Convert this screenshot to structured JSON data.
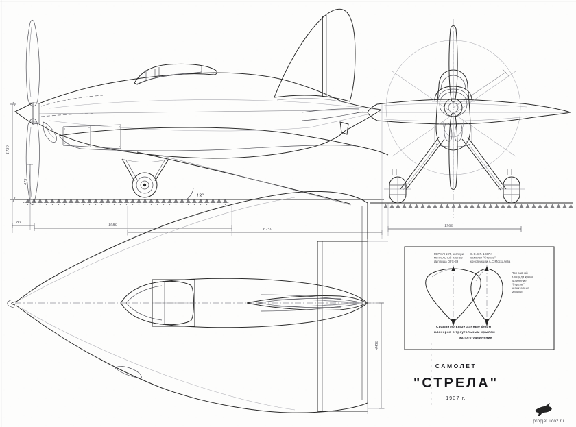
{
  "document": {
    "kind": "scanned-blueprint",
    "subject": "Samolyot Strela",
    "background_color": "#fdfdfc",
    "ink_color": "#2b2b2b"
  },
  "title_block": {
    "line1": "САМОЛЕТ",
    "line2": "\"СТРЕЛА\"",
    "line3": "1937 г."
  },
  "views": [
    {
      "id": "side-view",
      "name": "side elevation (left profile)"
    },
    {
      "id": "front-view",
      "name": "front elevation"
    },
    {
      "id": "plan-view",
      "name": "plan / top view"
    }
  ],
  "annotations": {
    "angle_label": "13°",
    "height_overall": "1780",
    "height_prop_clearance": "475",
    "span_left": "6750",
    "span_right": "1960",
    "chord_small": "80",
    "chord_mid": "1980",
    "plan_depth": "4450"
  },
  "inset": {
    "left_heading": "ГЕРМАНИЯ, экспери-\nментальный планер\nЛиппиша DFS-39",
    "right_heading": "С.С.С.Р. 1937 г.\nсамолет \"Стрела\"\nконструкции А.С.Москалева",
    "side_note": "При равной\nплощади крыла\nудлинение\n\"Стрелы\"\nзначительно\nменьше",
    "caption": "Сравнительные данные форм\nпланеров с треугольным крылом\nмалого удлинения",
    "shapes": [
      {
        "id": "delta-germany",
        "label": "DFS-39"
      },
      {
        "id": "delta-ussr",
        "label": "Strela"
      }
    ]
  },
  "watermark": {
    "text": "propjet.ucoz.ru",
    "icon": "aircraft-silhouette"
  }
}
